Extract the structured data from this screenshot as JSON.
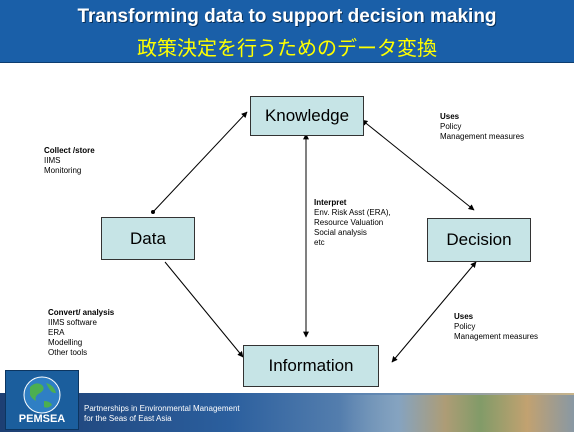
{
  "title": {
    "english": "Transforming data to support decision making",
    "japanese": "政策決定を行うためのデータ変換"
  },
  "nodes": {
    "knowledge": "Knowledge",
    "data": "Data",
    "decision": "Decision",
    "information": "Information"
  },
  "notes": {
    "collect": {
      "heading": "Collect /store",
      "items": [
        "IIMS",
        "Monitoring"
      ]
    },
    "uses_top": {
      "heading": "Uses",
      "items": [
        "Policy",
        "Management measures"
      ]
    },
    "interpret": {
      "heading": "Interpret",
      "items": [
        "Env. Risk Asst (ERA),",
        "Resource Valuation",
        "Social analysis",
        "etc"
      ]
    },
    "convert": {
      "heading": "Convert/ analysis",
      "items": [
        "IIMS software",
        "ERA",
        "Modelling",
        "Other tools"
      ]
    },
    "uses_bottom": {
      "heading": "Uses",
      "items": [
        "Policy",
        "Management measures"
      ]
    }
  },
  "footer": {
    "line1": "Partnerships in Environmental Management",
    "line2": "for the Seas of East Asia",
    "logo": "PEMSEA"
  },
  "colors": {
    "header_bg": "#1a5fa8",
    "title_en": "#ffffff",
    "title_jp": "#ffff00",
    "box_fill": "#c6e4e6"
  }
}
